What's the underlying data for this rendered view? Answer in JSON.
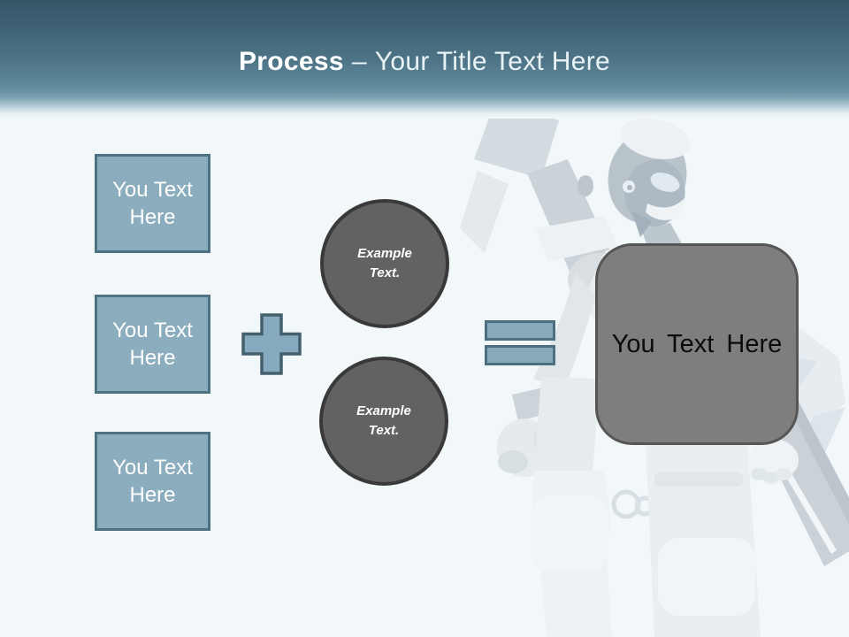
{
  "slide": {
    "title": {
      "emphasis": "Process",
      "separator": "–",
      "text": "Your Title Text Here"
    }
  },
  "input_boxes": [
    {
      "label": "You Text Here"
    },
    {
      "label": "You Text Here"
    },
    {
      "label": "You Text Here"
    }
  ],
  "operators": {
    "plus": "plus-sign",
    "equals": "equals-sign"
  },
  "example_circles": [
    {
      "label": "Example Text."
    },
    {
      "label": "Example Text."
    }
  ],
  "result_box": {
    "label": "You Text Here"
  },
  "background": {
    "illustration": "robot-android-figure"
  },
  "colors": {
    "header_top": "#345768",
    "header_mid": "#638ca0",
    "body_bg": "#f2f7f9",
    "accent_fill": "#8badbd",
    "accent_border": "#4d7282",
    "circle_fill": "#626262",
    "circle_border": "#393939",
    "result_fill": "#7e7e7e",
    "result_border": "#565656",
    "title_text": "#ffffff"
  }
}
